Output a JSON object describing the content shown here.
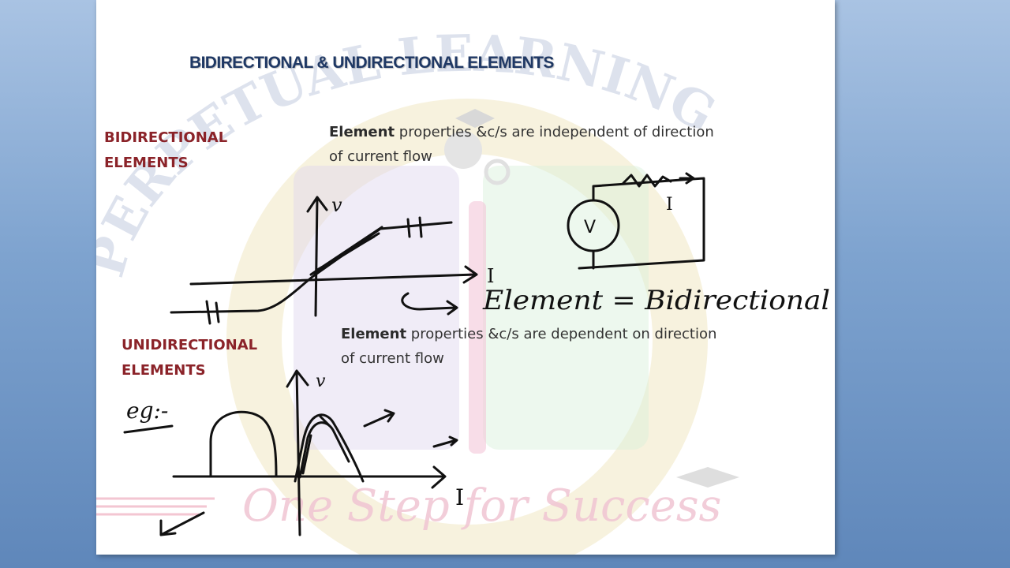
{
  "slide": {
    "title": "BIDIRECTIONAL & UNDIRECTIONAL ELEMENTS",
    "bidirectional": {
      "heading_line1": "BIDIRECTIONAL",
      "heading_line2": "ELEMENTS",
      "desc_bold": "Element",
      "desc_line1_rest": " properties &c/s are independent  of direction",
      "desc_line2": "of current flow"
    },
    "unidirectional": {
      "heading_line1": "UNIDIRECTIONAL",
      "heading_line2": "ELEMENTS",
      "desc_bold": "Element",
      "desc_line1_rest": " properties &c/s are dependent  on direction",
      "desc_line2": "of current flow"
    }
  },
  "watermark": {
    "arc_text": "PERPETUAL LEARNING",
    "tagline": "One Step for Success",
    "colors": {
      "ring": "#f1e7c3",
      "book_purple": "#ddd4ee",
      "book_green": "#d6efd9",
      "arc_text": "#c3cce0",
      "tagline": "#f0c5d3"
    }
  },
  "annotations": {
    "axis_v": "v",
    "axis_i": "I",
    "element_note": "Element = Bidirectional",
    "example_label": "eg:-",
    "circuit_source": "V",
    "circuit_current": "I",
    "axis_v_2": "v",
    "axis_i_2": "I"
  },
  "colors": {
    "title": "#1f3864",
    "heading": "#8b2329",
    "body_text": "#333333",
    "ink": "#111111"
  }
}
